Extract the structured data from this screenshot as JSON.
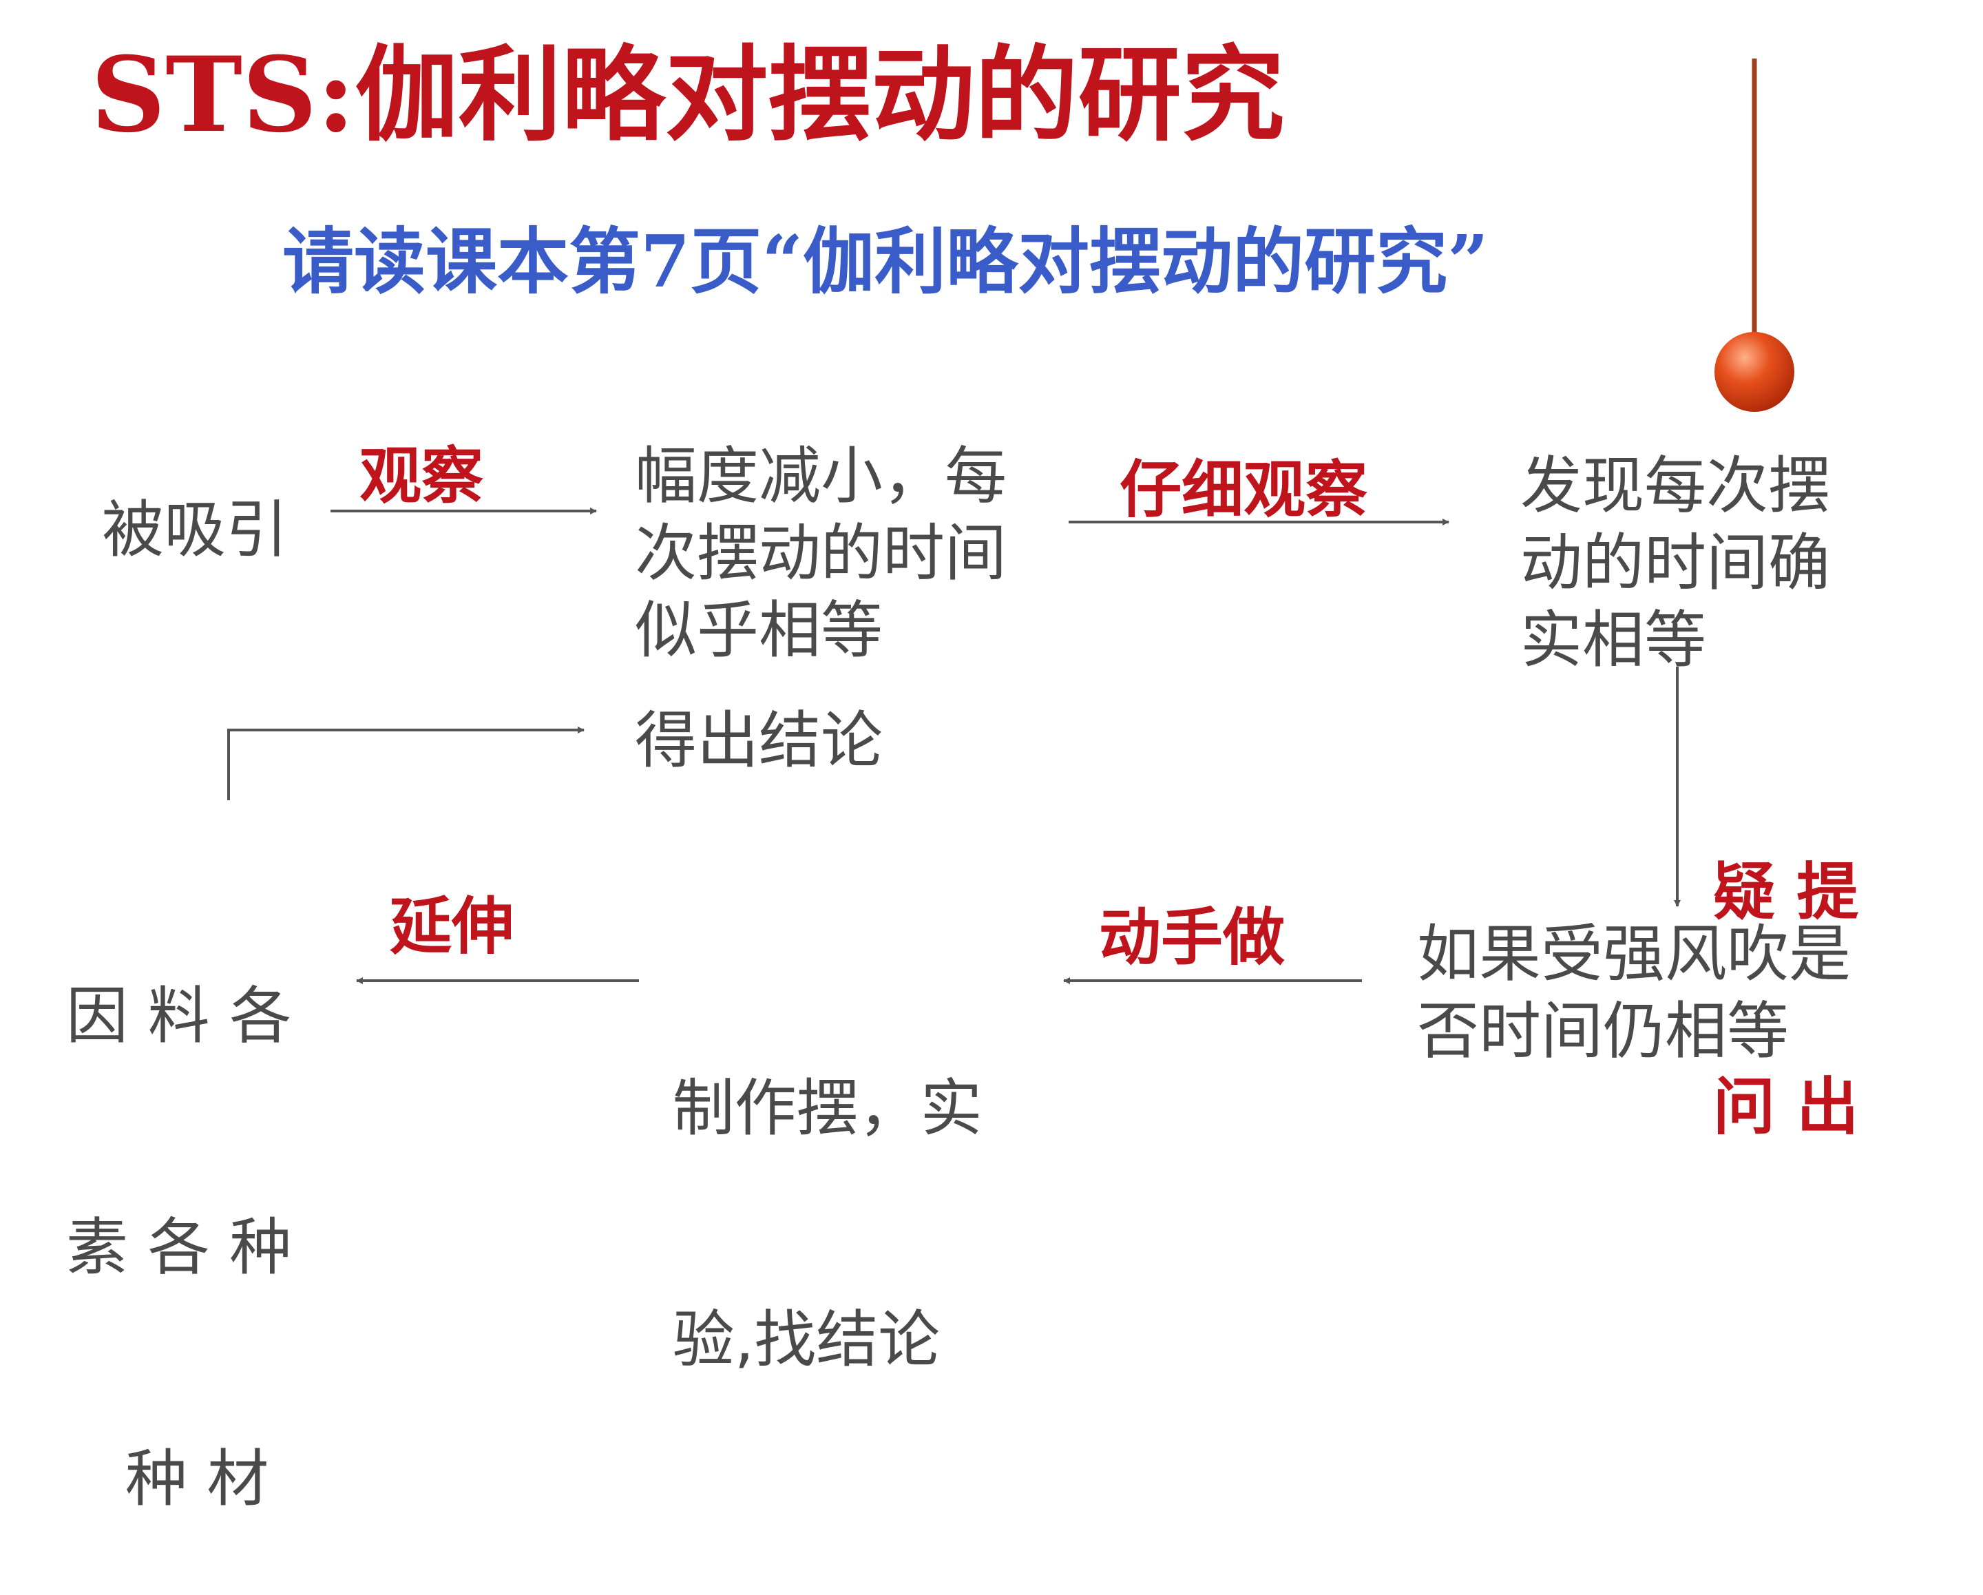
{
  "title": "STS:伽利略对摆动的研究",
  "subtitle": "请读课本第7页“伽利略对摆动的研究”",
  "nodes": {
    "attracted": "被吸引",
    "first_obs": [
      "幅度减小，每",
      "次摆动的时间",
      "似乎相等"
    ],
    "found": [
      "发现每次摆",
      "动的时间确",
      "实相等"
    ],
    "conclusion": "得出结论",
    "factors": [
      "因 料 各",
      "素 各 种",
      "   种 材"
    ],
    "experiment": [
      " 制作摆，实",
      " 验,找结论"
    ],
    "strong_wind": [
      "如果受强风吹是",
      "否时间仍相等"
    ]
  },
  "labels": {
    "observe": "观察",
    "careful_observe": "仔细观察",
    "raise_question": [
      "疑 提",
      "问 出"
    ],
    "hands_on": "动手做",
    "extend": "延伸"
  },
  "colors": {
    "title": "#c0141c",
    "subtitle": "#3a5cc8",
    "node_text": "#4a4a4a",
    "label_text": "#c0141c",
    "arrow": "#555555",
    "pendulum_string": "#a0401a",
    "pendulum_bob": "#e04818"
  }
}
